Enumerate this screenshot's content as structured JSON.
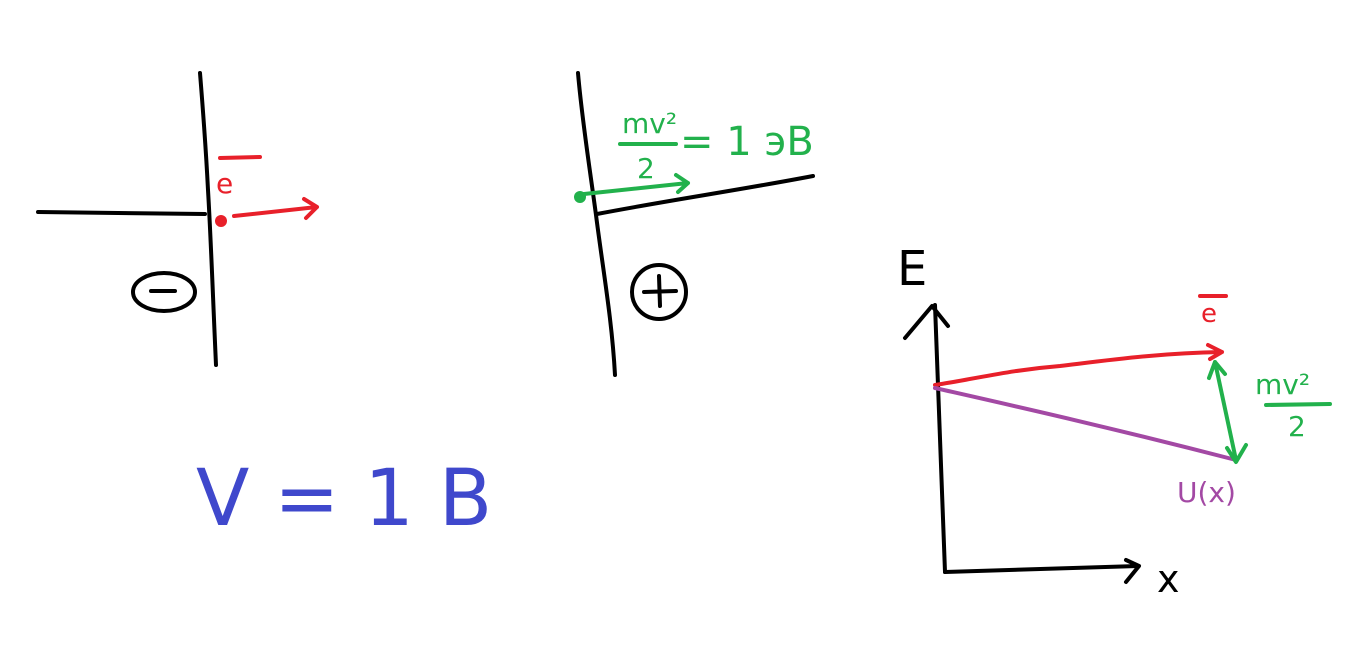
{
  "colors": {
    "ink": "#000000",
    "red": "#e8202a",
    "green": "#22b14c",
    "blue": "#3f48cc",
    "purple": "#a349a4"
  },
  "panel_negative": {
    "electron_label": "e",
    "sign_label": "−"
  },
  "panel_positive": {
    "energy_numerator": "mv²",
    "energy_denominator": "2",
    "energy_value": "= 1 эВ",
    "sign_label": "+"
  },
  "voltage_label": "V = 1 B",
  "energy_graph": {
    "y_axis_label": "E",
    "x_axis_label": "x",
    "electron_label": "e",
    "kinetic_numerator": "mv²",
    "kinetic_denominator": "2",
    "potential_label": "U(x)"
  }
}
